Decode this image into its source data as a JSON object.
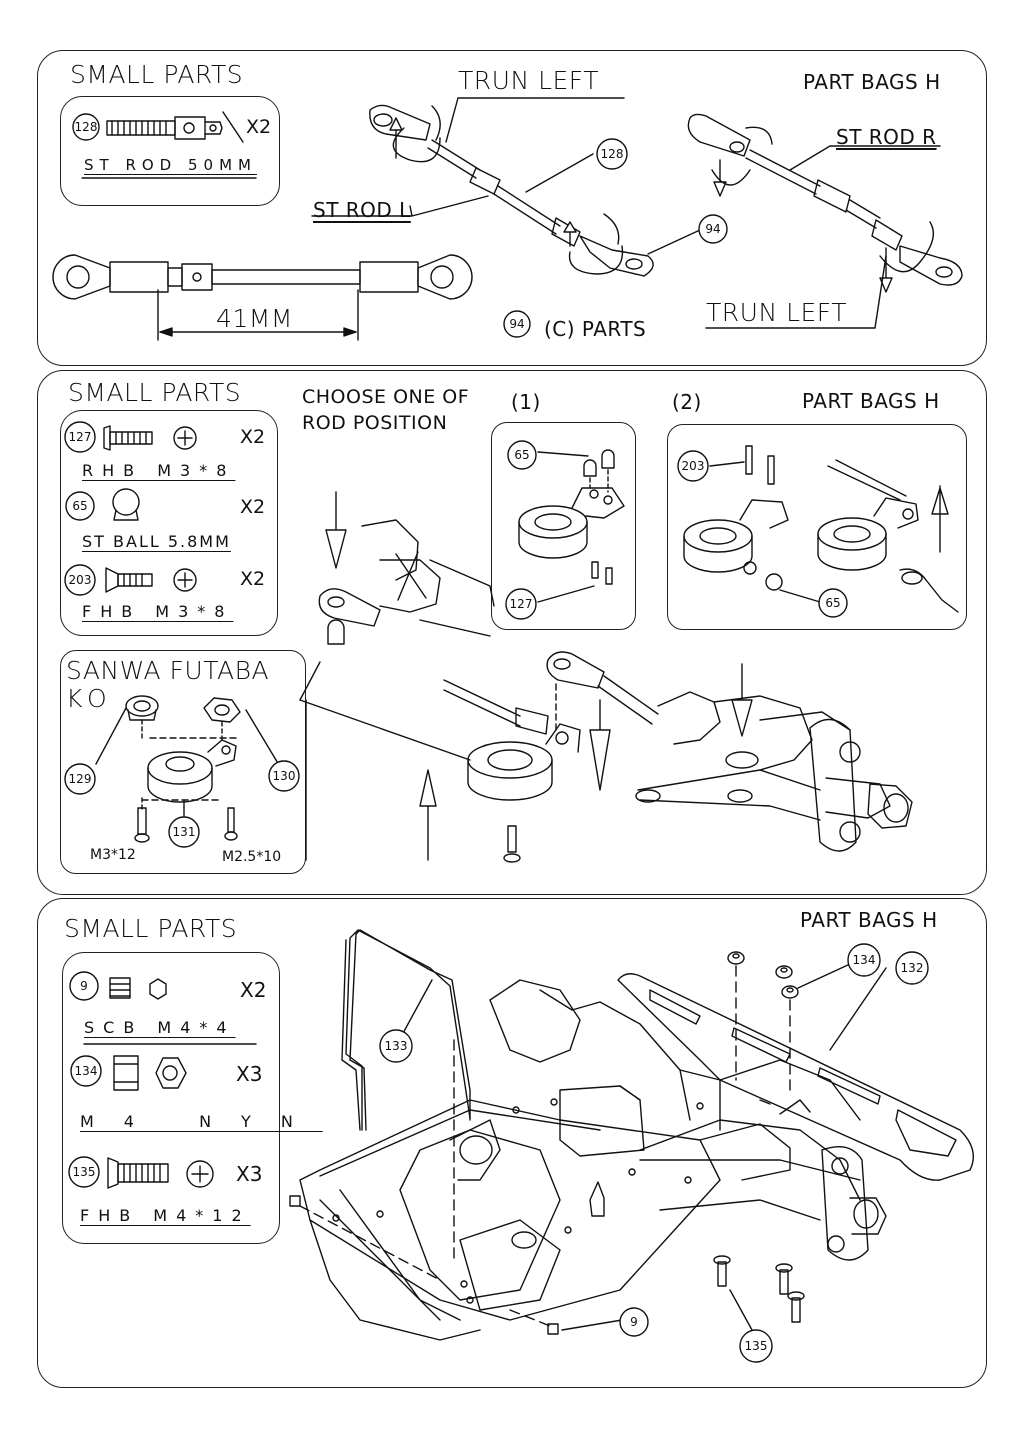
{
  "panels": {
    "p1": {
      "small_parts_title": "SMALL PARTS",
      "part_bags": "PART BAGS H",
      "turn_left_top": "TRUN LEFT",
      "turn_left_bottom": "TRUN LEFT",
      "st_rod_l": "ST ROD L",
      "st_rod_r": "ST ROD R",
      "length": "41MM",
      "c_parts_num": "94",
      "c_parts": "(C) PARTS",
      "part_128": {
        "num": "128",
        "qty": "X2",
        "name": "ST ROD 50MM"
      },
      "callouts": {
        "c128": "128",
        "c94": "94"
      }
    },
    "p2": {
      "small_parts_title": "SMALL PARTS",
      "part_bags": "PART BAGS H",
      "choose_line1": "CHOOSE ONE OF",
      "choose_line2": "ROD POSITION",
      "option1": "(1)",
      "option2": "(2)",
      "parts": [
        {
          "num": "127",
          "qty": "X2",
          "name": "RHB M3*8"
        },
        {
          "num": "65",
          "qty": "X2",
          "name": "ST BALL 5.8MM"
        },
        {
          "num": "203",
          "qty": "X2",
          "name": "FHB M3*8"
        }
      ],
      "sanwa": {
        "line1": "SANWA FUTABA",
        "line2": "KO",
        "m3x12": "M3*12",
        "m25x10": "M2.5*10"
      },
      "callouts": {
        "c65a": "65",
        "c127": "127",
        "c203": "203",
        "c65b": "65",
        "c129": "129",
        "c130": "130",
        "c131": "131"
      }
    },
    "p3": {
      "small_parts_title": "SMALL PARTS",
      "part_bags": "PART BAGS H",
      "parts": [
        {
          "num": "9",
          "qty": "X2",
          "name": "SCB M4*4"
        },
        {
          "num": "134",
          "qty": "X3",
          "name": "M4 NYN"
        },
        {
          "num": "135",
          "qty": "X3",
          "name": "FHB M4*12"
        }
      ],
      "callouts": {
        "c133": "133",
        "c134": "134",
        "c132": "132",
        "c9": "9",
        "c135": "135"
      }
    }
  },
  "colors": {
    "ink": "#111111",
    "paper": "#ffffff"
  }
}
